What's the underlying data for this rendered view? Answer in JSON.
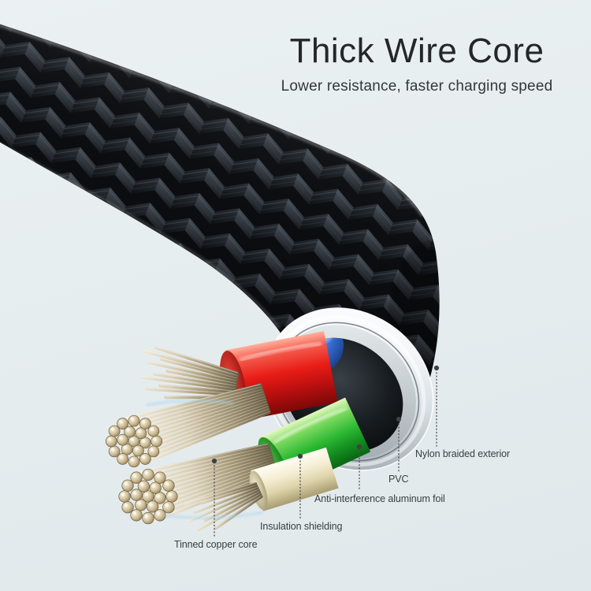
{
  "background_color": "#e6edef",
  "heading": {
    "title": "Thick Wire Core",
    "subtitle": "Lower resistance, faster charging speed"
  },
  "callouts": [
    {
      "label": "Nylon braided exterior"
    },
    {
      "label": "PVC"
    },
    {
      "label": "Anti-interference aluminum foil"
    },
    {
      "label": "Insulation shielding"
    },
    {
      "label": "Tinned copper core"
    }
  ],
  "illustration": {
    "name": "usb-cable-cutaway",
    "parts": [
      "nylon braid jacket",
      "PVC layer",
      "aluminum foil shield",
      "insulated wires (red, green, blue, cream)",
      "tinned copper strand bundles"
    ],
    "colors": {
      "braid": "#101316",
      "silver_ring": "#dfe6e9",
      "wire_red": "#e81d17",
      "wire_green": "#2cb832",
      "wire_blue": "#3a6fd8",
      "wire_cream": "#ece4c2",
      "copper": "#c9ba93",
      "label_text": "#3a3e41",
      "title_text": "#242628"
    }
  }
}
